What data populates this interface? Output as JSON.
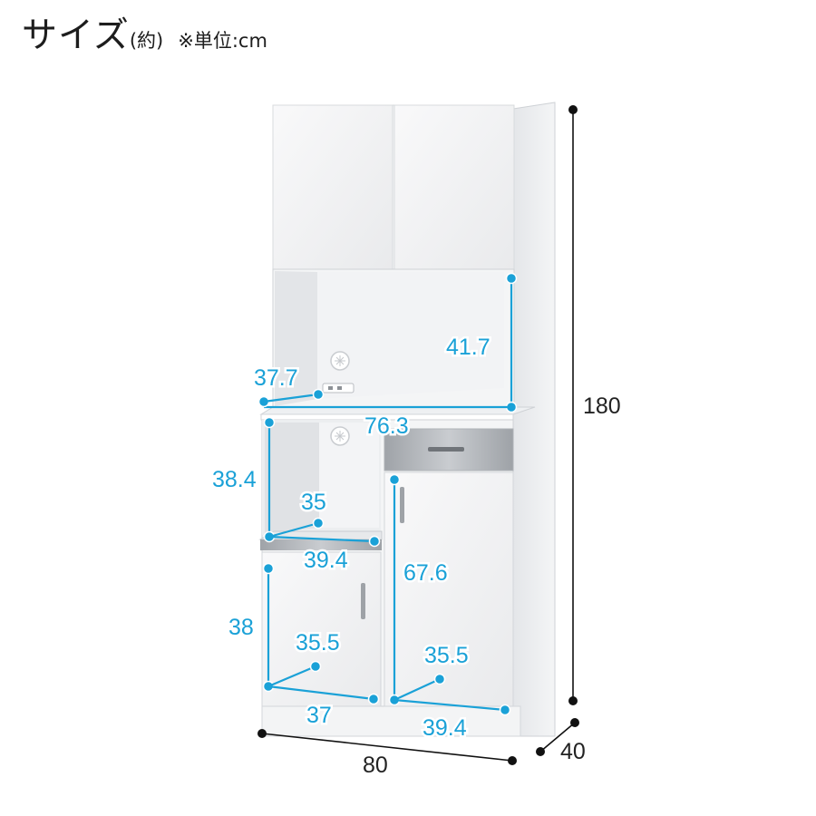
{
  "title": {
    "main": "サイズ",
    "sub": "(約)",
    "unit": "※単位:cm"
  },
  "dimensions": {
    "height_total": "180",
    "width_total": "80",
    "depth_total": "40",
    "upper_open_height": "41.7",
    "upper_open_depth": "37.7",
    "inner_width": "76.3",
    "mid_open_height": "38.4",
    "mid_open_depth": "35",
    "mid_open_width": "39.4",
    "right_door_height": "67.6",
    "left_door_height": "38",
    "left_door_depth": "35.5",
    "left_door_width": "37",
    "right_door_depth": "35.5",
    "right_door_width": "39.4"
  },
  "colors": {
    "accent": "#1aa1d7",
    "outline": "#111111",
    "cabinet": "#f1f2f4"
  }
}
